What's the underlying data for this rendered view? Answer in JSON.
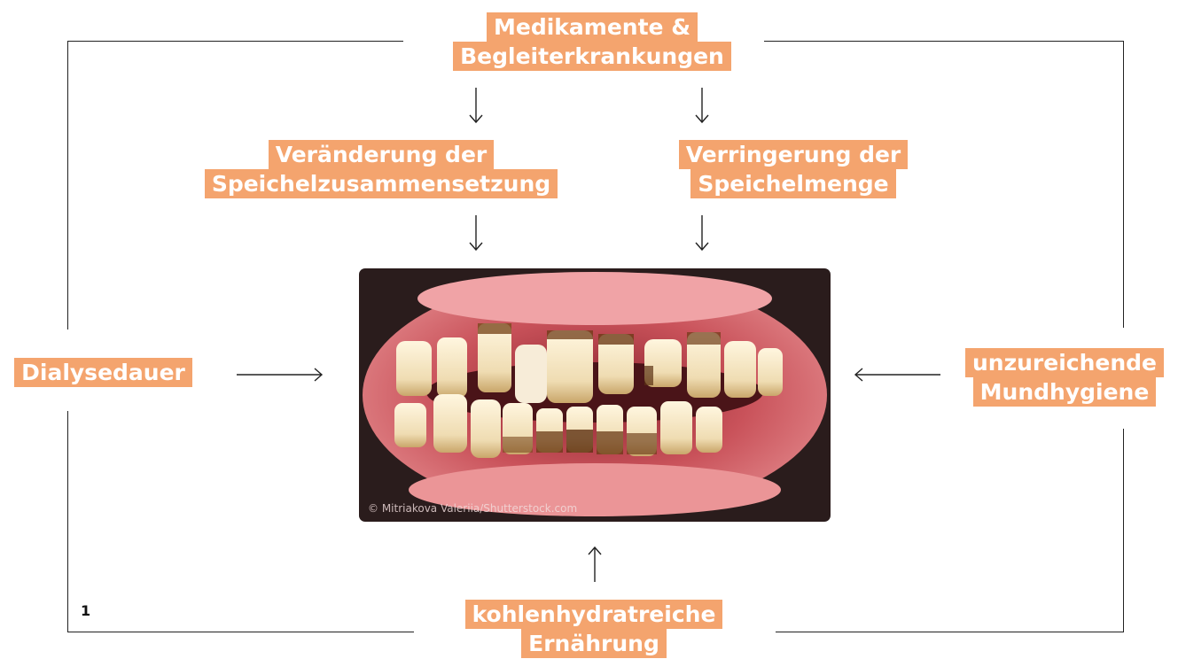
{
  "labels": {
    "top": [
      "Medikamente &",
      "Begleiterkrankungen"
    ],
    "left_mid": [
      "Veränderung der",
      "Speichelzusammensetzung"
    ],
    "right_mid": [
      "Verringerung der",
      "Speichelmenge"
    ],
    "left": [
      "Dialysedauer"
    ],
    "right": [
      "unzureichende",
      "Mundhygiene"
    ],
    "bottom": [
      "kohlenhydratreiche",
      "Ernährung"
    ]
  },
  "photo_credit": "© Mitriakova Valeriia/Shutterstock.com",
  "figure_number": "1",
  "colors": {
    "label_bg": "#f4a46e",
    "line": "#222222"
  }
}
